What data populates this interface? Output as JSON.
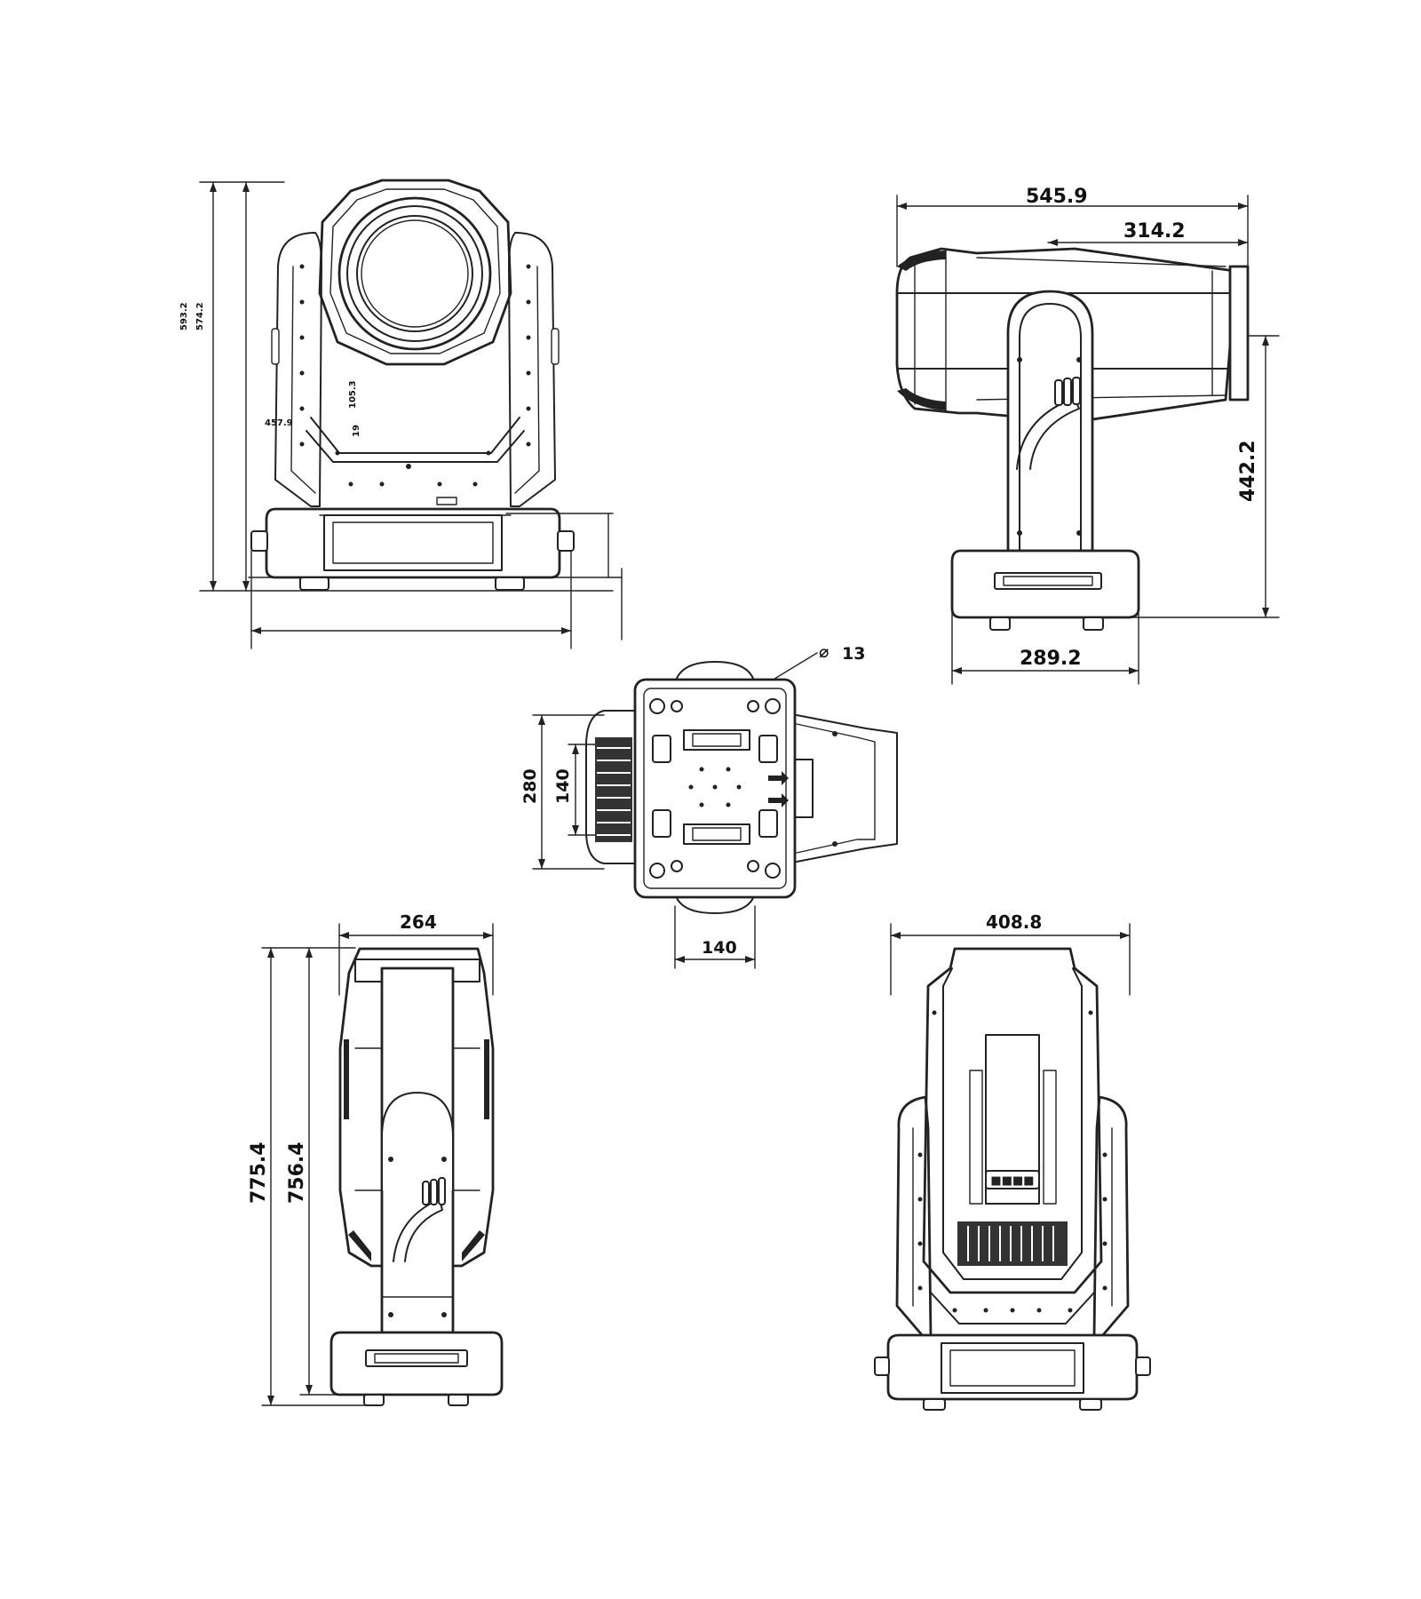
{
  "title": "",
  "colors": {
    "line": "#222222",
    "background": "#ffffff"
  },
  "views": {
    "front": {
      "dims": {
        "overall_h": "593.2",
        "h2": "574.2",
        "arm_w": "457.9",
        "d1": "105.3",
        "d2": "19"
      }
    },
    "side_head": {
      "dims": {
        "length": "545.9",
        "rear": "314.2",
        "height": "442.2",
        "base": "289.2"
      }
    },
    "bottom": {
      "dims": {
        "hole": "13",
        "span": "280",
        "inner": "140",
        "width": "140"
      }
    },
    "side": {
      "dims": {
        "depth": "264",
        "overall_h": "775.4",
        "h2": "756.4"
      }
    },
    "rear": {
      "dims": {
        "width": "408.8"
      }
    }
  }
}
